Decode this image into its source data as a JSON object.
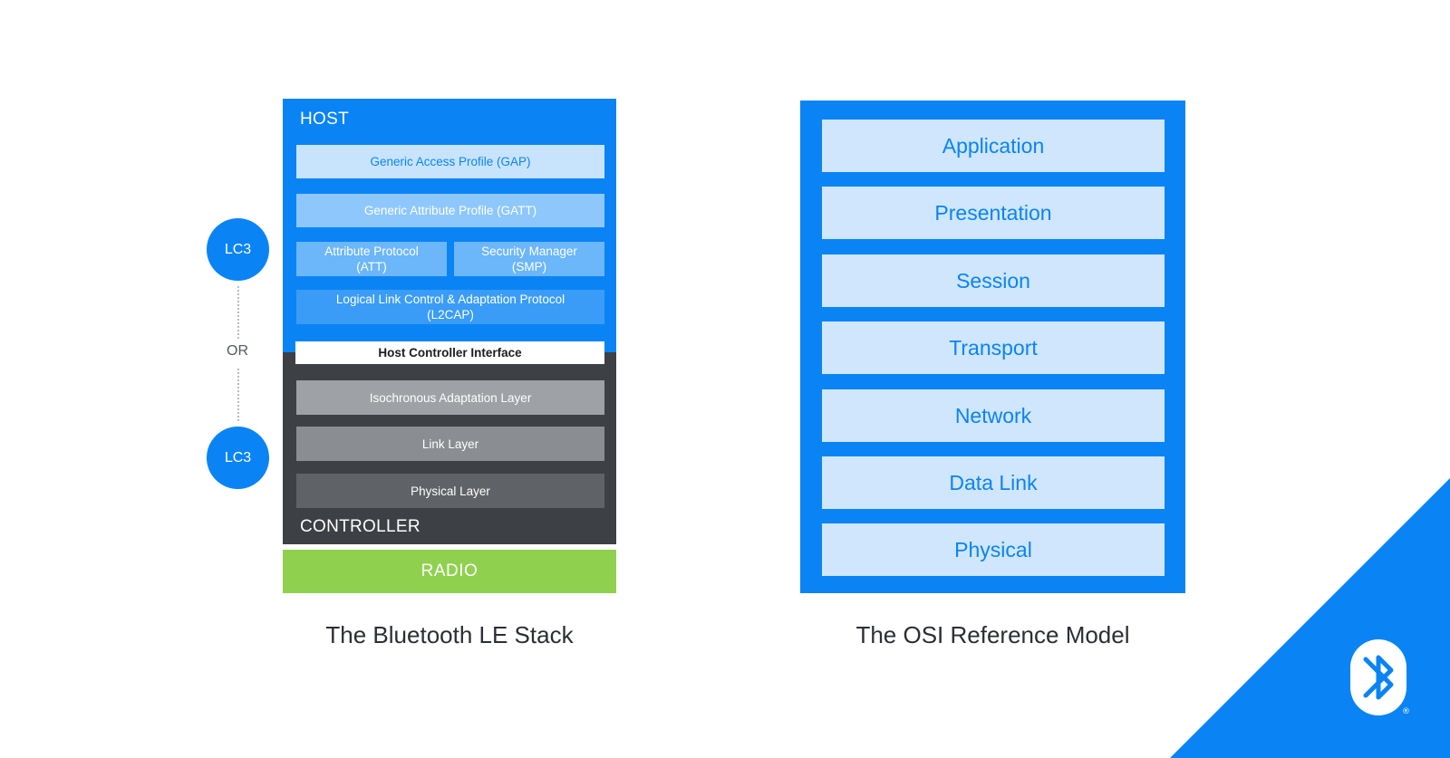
{
  "ble_stack": {
    "host_label": "HOST",
    "host_layers": [
      {
        "label": "Generic Access Profile (GAP)",
        "color": "#c8e4fd",
        "text_color": "#0a84f5"
      },
      {
        "label": "Generic Attribute Profile (GATT)",
        "color": "#8ec7fb",
        "text_color": "#ffffff"
      },
      {
        "label": "Attribute Protocol\n(ATT)",
        "color": "#6cb6fa",
        "text_color": "#ffffff"
      },
      {
        "label": "Security Manager\n(SMP)",
        "color": "#6cb6fa",
        "text_color": "#ffffff"
      },
      {
        "label": "Logical Link Control & Adaptation Protocol\n(L2CAP)",
        "color": "#3a9cf7",
        "text_color": "#ffffff"
      }
    ],
    "hci_label": "Host Controller Interface",
    "controller_layers": [
      {
        "label": "Isochronous Adaptation Layer",
        "color": "#9ea1a5"
      },
      {
        "label": "Link Layer",
        "color": "#8a8d91"
      },
      {
        "label": "Physical Layer",
        "color": "#5f6266"
      }
    ],
    "controller_label": "CONTROLLER",
    "radio_label": "RADIO",
    "caption": "The Bluetooth LE Stack"
  },
  "codec_markers": {
    "top_label": "LC3",
    "or_label": "OR",
    "bottom_label": "LC3"
  },
  "osi_model": {
    "layers": [
      "Application",
      "Presentation",
      "Session",
      "Transport",
      "Network",
      "Data Link",
      "Physical"
    ],
    "caption": "The OSI Reference Model"
  },
  "branding": {
    "logo_icon": "bluetooth-icon",
    "accent_color": "#0a84f5"
  }
}
